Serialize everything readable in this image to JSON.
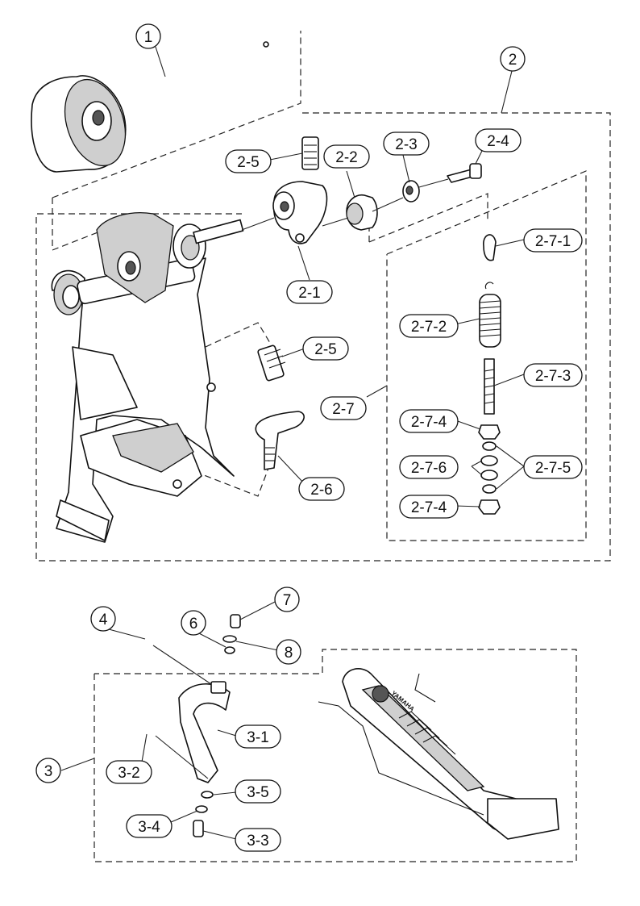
{
  "callouts": {
    "p1": "1",
    "p2": "2",
    "p2_1": "2-1",
    "p2_2": "2-2",
    "p2_3": "2-3",
    "p2_4": "2-4",
    "p2_5a": "2-5",
    "p2_5b": "2-5",
    "p2_6": "2-6",
    "p2_7": "2-7",
    "p2_7_1": "2-7-1",
    "p2_7_2": "2-7-2",
    "p2_7_3": "2-7-3",
    "p2_7_4a": "2-7-4",
    "p2_7_4b": "2-7-4",
    "p2_7_5": "2-7-5",
    "p2_7_6": "2-7-6",
    "p3": "3",
    "p3_1": "3-1",
    "p3_2": "3-2",
    "p3_3": "3-3",
    "p3_4": "3-4",
    "p3_5": "3-5",
    "p4": "4",
    "p6": "6",
    "p7": "7",
    "p8": "8"
  },
  "logo_text": "YAMAHA"
}
